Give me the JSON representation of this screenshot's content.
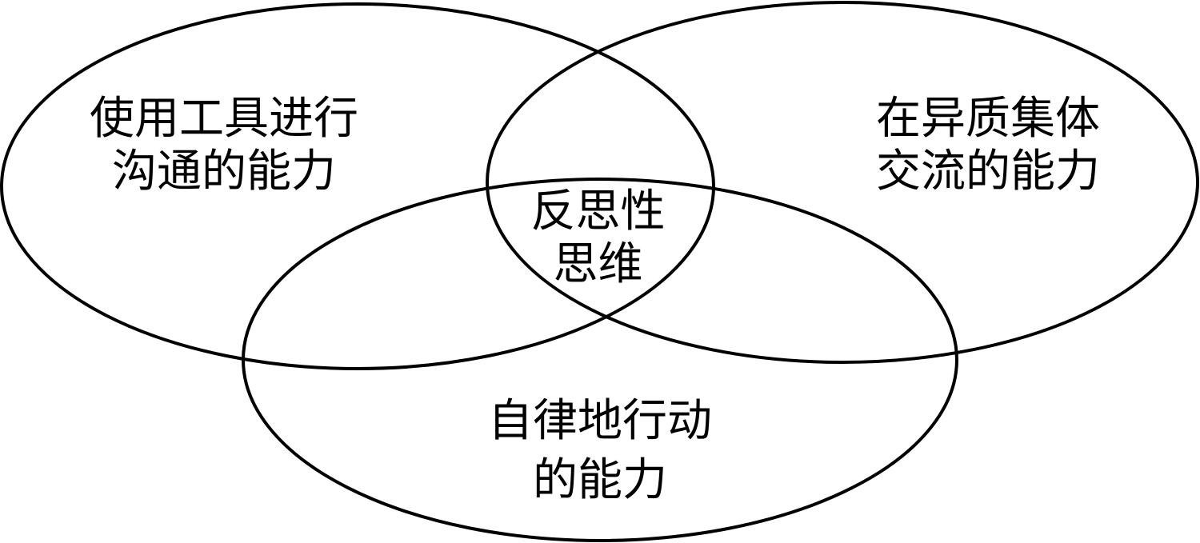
{
  "sets": [
    {
      "id": "left",
      "lines": [
        "使用工具进行",
        "沟通的能力"
      ]
    },
    {
      "id": "right",
      "lines": [
        "在异质集体",
        "交流的能力"
      ]
    },
    {
      "id": "bottom",
      "lines": [
        "自律地行动",
        "的能力"
      ]
    }
  ],
  "center": {
    "lines": [
      "反思性",
      "思维"
    ]
  },
  "colors": {
    "stroke": "#000000",
    "text": "#000000",
    "background": "#ffffff"
  }
}
